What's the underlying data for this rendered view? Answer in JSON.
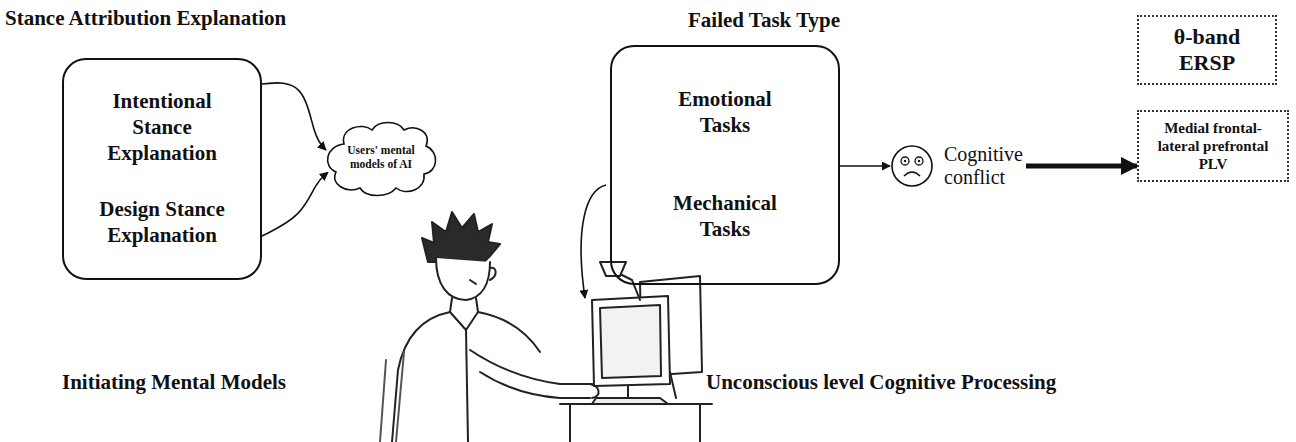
{
  "diagram": {
    "nodes": [
      {
        "text": [
          "Intentional Stance Explanation",
          "Design Stance Explanation"
        ]
      },
      {
        "text": [
          "Users' mental models of AI"
        ]
      },
      {
        "text": [
          "Emotional Tasks",
          "Mechanical Tasks"
        ]
      },
      {
        "text": [
          "Cognitive conflict"
        ]
      },
      {
        "text": [
          "θ-band ERSP"
        ]
      },
      {
        "text": [
          "Medial frontal-lateral prefrontal PLV"
        ]
      }
    ],
    "edges": [
      {
        "from": 0,
        "to": 1,
        "arrow": "to"
      },
      {
        "from": 0,
        "to": 1,
        "arrow": "to"
      },
      {
        "from": 2,
        "to": 3,
        "arrow": "to"
      },
      {
        "from": 3,
        "to": 5,
        "arrow": "to"
      }
    ],
    "labels": [
      "Stance Attribution Explanation",
      "Failed Task Type",
      "Initiating Mental Models",
      "Unconscious level Cognitive Processing"
    ]
  }
}
